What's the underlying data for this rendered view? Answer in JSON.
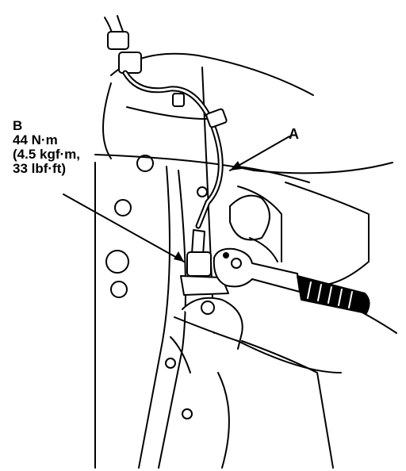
{
  "callouts": {
    "a": {
      "letter": "A"
    },
    "b": {
      "letter": "B",
      "torque_nm": "44 N·m",
      "torque_kgf": "(4.5 kgf·m,",
      "torque_lbf": "33 lbf·ft)"
    }
  },
  "colors": {
    "ink": "#000000",
    "paper": "#ffffff"
  }
}
